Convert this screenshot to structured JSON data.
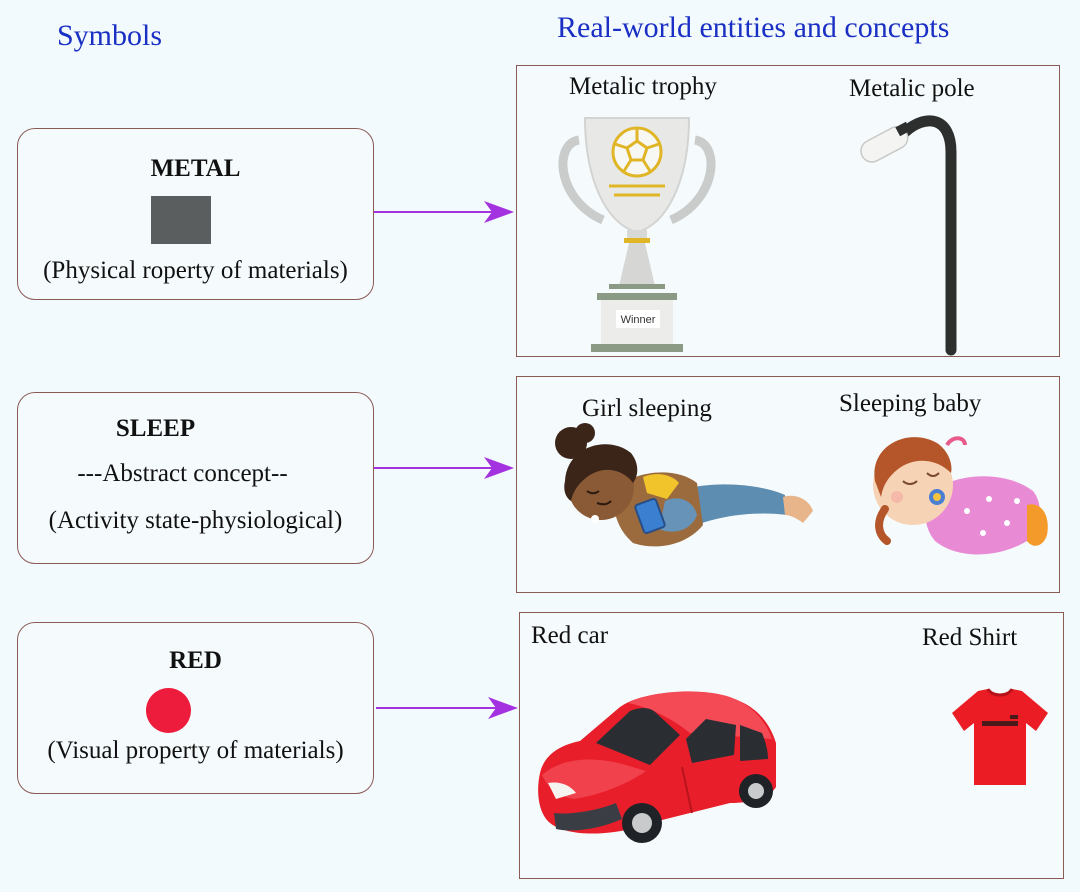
{
  "headings": {
    "symbols": "Symbols",
    "real_world": "Real-world entities and concepts"
  },
  "symbols": [
    {
      "title": "METAL",
      "line1": "(Physical roperty of materials)",
      "swatch_color": "#5b5e5f"
    },
    {
      "title": "SLEEP",
      "line1": "---Abstract concept--",
      "line2": "(Activity state-physiological)"
    },
    {
      "title": "RED",
      "line1": "(Visual property of materials)",
      "swatch_color": "#ee1c3c"
    }
  ],
  "entities": [
    {
      "left": "Metalic trophy",
      "right": "Metalic pole",
      "trophy_plaque": "Winner"
    },
    {
      "left": "Girl sleeping",
      "right": "Sleeping baby"
    },
    {
      "left": "Red car",
      "right": "Red Shirt"
    }
  ],
  "colors": {
    "heading": "#1a2fc4",
    "arrow": "#a532e0",
    "box_border": "#8a5a55"
  }
}
